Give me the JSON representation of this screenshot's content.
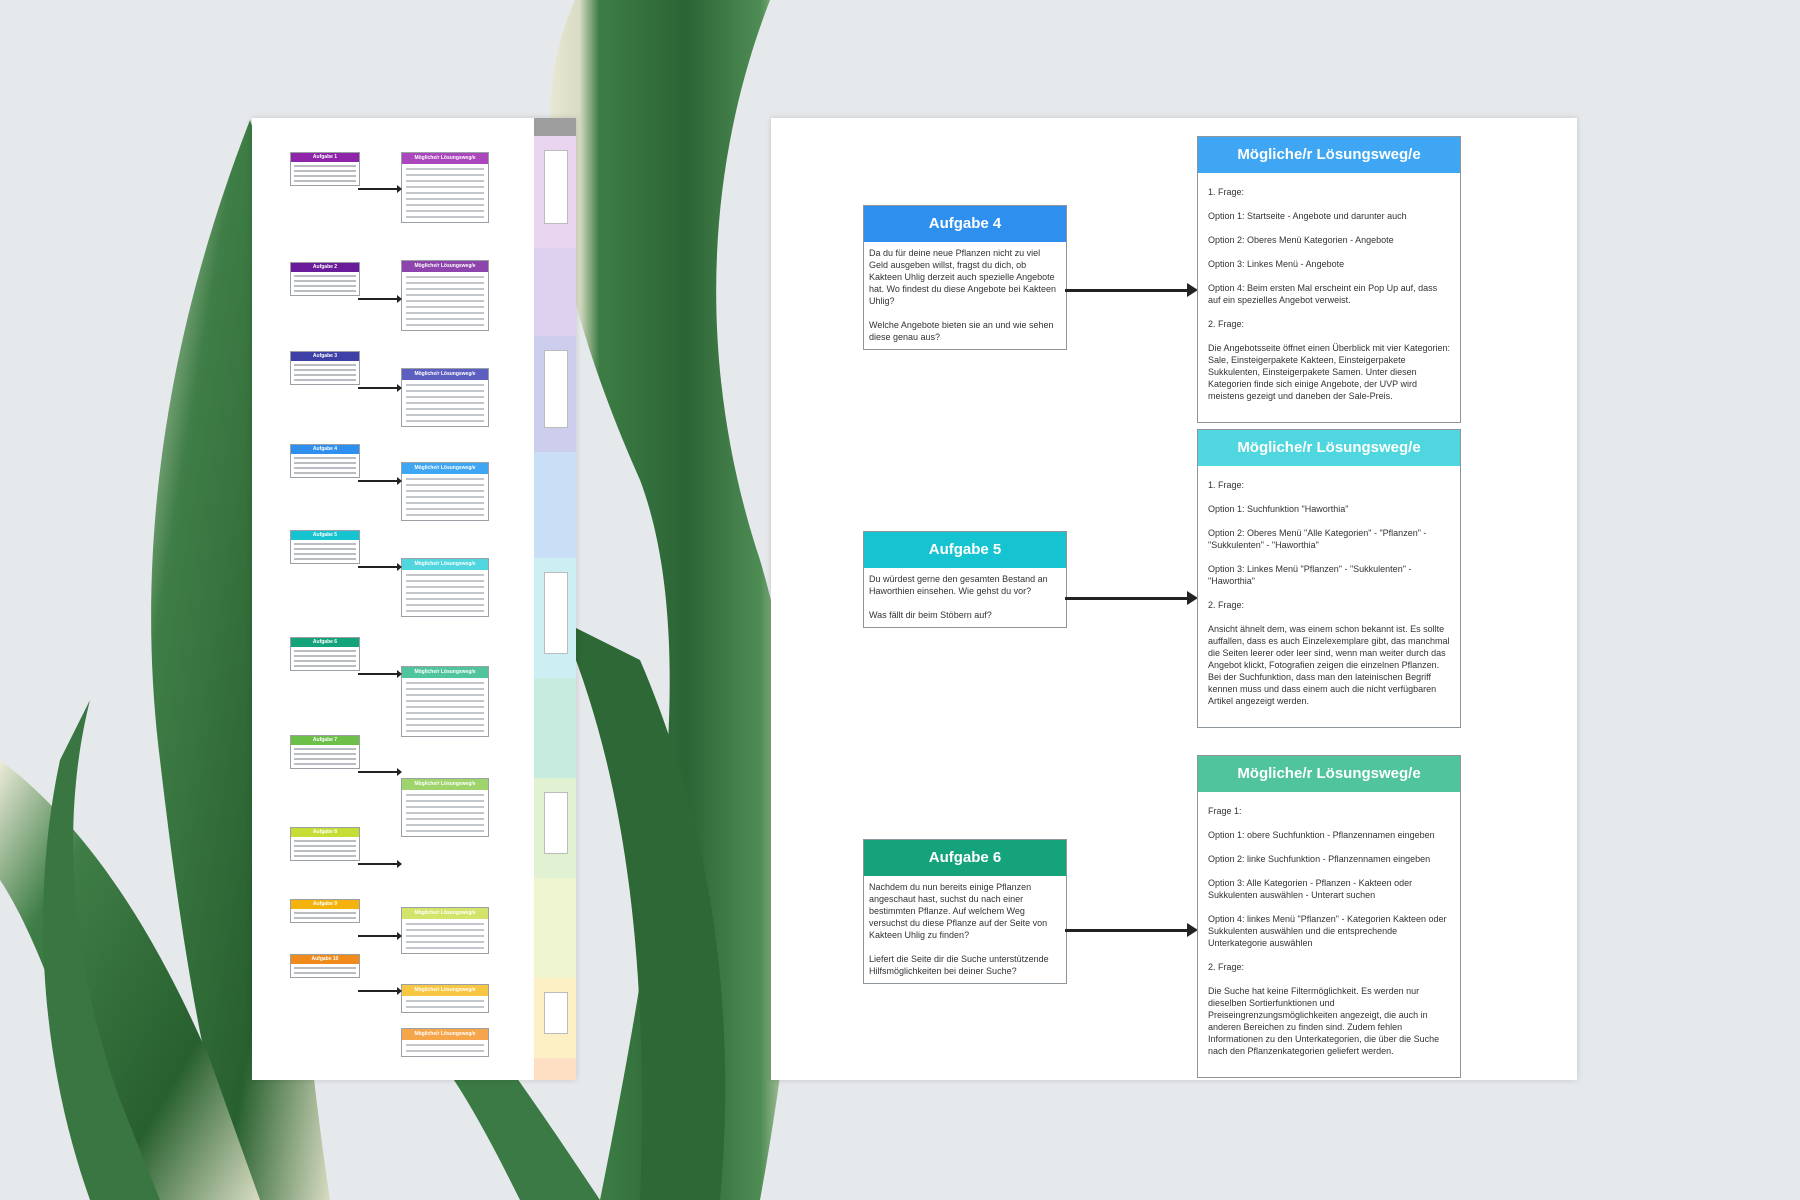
{
  "colors": {
    "background": "#e6e9ec",
    "leaf_dark": "#2f6b3a",
    "leaf_light": "#eae8d6",
    "task4": "#2e8fee",
    "task5": "#16c3d1",
    "task6": "#15a37c",
    "sol4": "#3ea6f3",
    "sol5": "#4fd6de",
    "sol6": "#4fc49d"
  },
  "overview": {
    "tasks": [
      {
        "label": "Aufgabe 1",
        "color": "#8e24aa",
        "sol_color": "#ab47bc",
        "sol_label": "Mögliche/r Lösungsweg/e"
      },
      {
        "label": "Aufgabe 2",
        "color": "#6a1b9a",
        "sol_color": "#8e44ad",
        "sol_label": "Mögliche/r Lösungsweg/e"
      },
      {
        "label": "Aufgabe 3",
        "color": "#3f3fa8",
        "sol_color": "#5c5fc0",
        "sol_label": "Mögliche/r Lösungsweg/e"
      },
      {
        "label": "Aufgabe 4",
        "color": "#2e8fee",
        "sol_color": "#3ea6f3",
        "sol_label": "Mögliche/r Lösungsweg/e"
      },
      {
        "label": "Aufgabe 5",
        "color": "#16c3d1",
        "sol_color": "#4fd6de",
        "sol_label": "Mögliche/r Lösungsweg/e"
      },
      {
        "label": "Aufgabe 6",
        "color": "#15a37c",
        "sol_color": "#4fc49d",
        "sol_label": "Mögliche/r Lösungsweg/e"
      },
      {
        "label": "Aufgabe 7",
        "color": "#6cc04a",
        "sol_color": "#9fd36b",
        "sol_label": "Mögliche/r Lösungsweg/e"
      },
      {
        "label": "Aufgabe 8",
        "color": "#c5dd35",
        "sol_color": "#d4e46a",
        "sol_label": "Mögliche/r Lösungsweg/e"
      },
      {
        "label": "Aufgabe 9",
        "color": "#f3b30c",
        "sol_color": "#f7c642",
        "sol_label": "Mögliche/r Lösungsweg/e"
      },
      {
        "label": "Aufgabe 10",
        "color": "#f08a1a",
        "sol_color": "#f5a64a",
        "sol_label": "Mögliche/r Lösungsweg/e"
      }
    ],
    "strip_colors": [
      "#9e9e9e",
      "#ead5f0",
      "#ddd0ef",
      "#cdcdee",
      "#c8dff5",
      "#cbeff2",
      "#c8ebdf",
      "#e0f2d1",
      "#eef5cf",
      "#fdf0c4",
      "#fde0c4"
    ]
  },
  "detail": {
    "tasks": [
      {
        "title": "Aufgabe 4",
        "text": "Da du für deine neue Pflanzen nicht zu viel Geld ausgeben willst, fragst du dich, ob Kakteen Uhlig derzeit auch spezielle Angebote hat. Wo findest du diese Angebote bei Kakteen Uhlig?\n\nWelche Angebote bieten sie an und wie sehen diese genau aus?",
        "solution_title": "Mögliche/r Lösungsweg/e",
        "solution": [
          "1. Frage:",
          "Option 1: Startseite - Angebote und darunter auch",
          "Option 2: Oberes Menü Kategorien - Angebote",
          "Option 3: Linkes Menü - Angebote",
          "Option 4: Beim ersten Mal erscheint ein Pop Up auf, dass auf ein spezielles Angebot verweist.",
          "2. Frage:",
          "Die Angebotsseite öffnet einen Überblick mit vier Kategorien: Sale, Einsteigerpakete Kakteen, Einsteigerpakete Sukkulenten, Einsteigerpakete Samen. Unter diesen Kategorien finde sich einige Angebote, der UVP wird meistens gezeigt und daneben der Sale-Preis."
        ]
      },
      {
        "title": "Aufgabe 5",
        "text": "Du würdest gerne den gesamten Bestand an Haworthien einsehen. Wie gehst du vor?\n\nWas fällt dir beim Stöbern auf?",
        "solution_title": "Mögliche/r Lösungsweg/e",
        "solution": [
          "1. Frage:",
          "Option 1: Suchfunktion \"Haworthia\"",
          "Option 2: Oberes Menü \"Alle Kategorien\" - \"Pflanzen\" - \"Sukkulenten\" - \"Haworthia\"",
          "Option 3: Linkes Menü \"Pflanzen\" - \"Sukkulenten\" - \"Haworthia\"",
          "2. Frage:",
          "Ansicht ähnelt dem, was einem schon bekannt ist. Es sollte auffallen, dass es auch Einzelexemplare gibt, das manchmal die Seiten leerer oder leer sind, wenn man weiter durch das Angebot klickt, Fotografien zeigen die einzelnen Pflanzen.\nBei der Suchfunktion, dass man den lateinischen Begriff kennen muss und dass einem auch die nicht verfügbaren Artikel angezeigt werden."
        ]
      },
      {
        "title": "Aufgabe 6",
        "text": "Nachdem du nun bereits einige Pflanzen angeschaut hast, suchst du nach einer bestimmten Pflanze. Auf welchem Weg versuchst du diese Pflanze auf der Seite von Kakteen Uhlig zu finden?\n\nLiefert die Seite dir die Suche unterstützende Hilfsmöglichkeiten bei deiner Suche?",
        "solution_title": "Mögliche/r Lösungsweg/e",
        "solution": [
          "Frage 1:",
          "Option 1: obere Suchfunktion - Pflanzennamen eingeben",
          "Option 2: linke Suchfunktion - Pflanzennamen eingeben",
          "Option 3: Alle Kategorien - Pflanzen - Kakteen oder Sukkulenten auswählen - Unterart suchen",
          "Option 4: linkes Menü \"Pflanzen\" - Kategorien Kakteen oder Sukkulenten auswählen und die entsprechende Unterkategorie auswählen",
          "2. Frage:",
          "Die Suche hat keine Filtermöglichkeit. Es werden nur dieselben Sortierfunktionen und Preiseingrenzungsmöglichkeiten angezeigt, die auch in anderen Bereichen zu finden sind. Zudem fehlen Informationen zu den Unterkategorien, die über die Suche nach den Pflanzenkategorien geliefert werden."
        ]
      }
    ]
  }
}
